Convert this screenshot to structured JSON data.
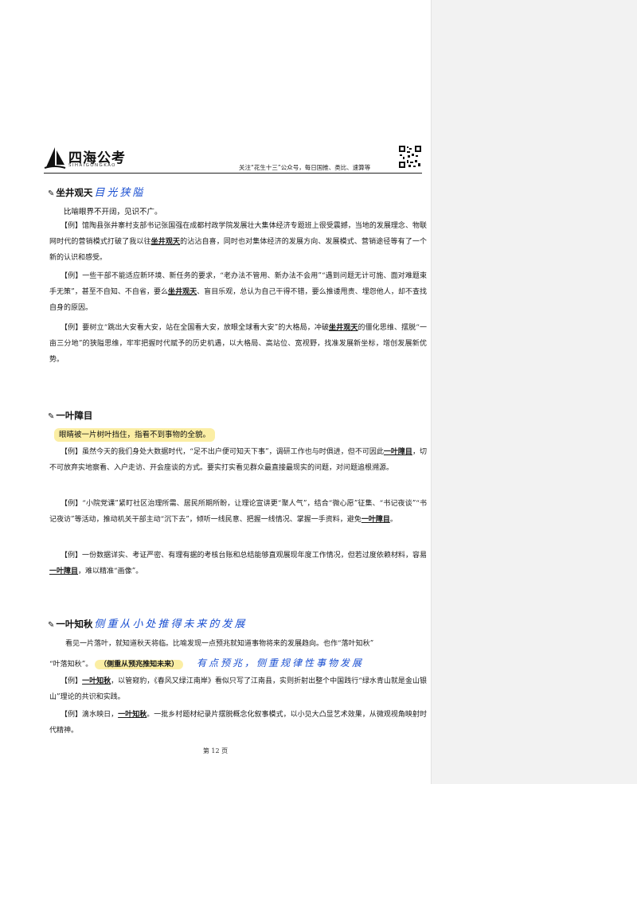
{
  "header": {
    "logo_text": "四海公考",
    "logo_sub": "SIHAIGONGKAO",
    "slogan": "关注“花生十三”公众号，每日国推、类比、速算等"
  },
  "sections": [
    {
      "term": "坐井观天",
      "hand_note": "目光狭隘",
      "definition": "比喻眼界不开阔，见识不广。",
      "examples": [
        {
          "pre": "【例】馆陶县张井寨村支部书记张国强在成都村政学院发展壮大集体经济专题班上很受震撼，当地的发展理念、物联网时代的营销模式打破了我以往",
          "kw": "坐井观天",
          "post": "的沾沾自喜，同时也对集体经济的发展方向、发展模式、营销途径等有了一个新的认识和感受。"
        },
        {
          "pre": "【例】一些干部不能适应新环境、新任务的要求，“老办法不管用、新办法不会用”“遇到问题无计可施、面对难题束手无策”，甚至不自知、不自省，要么",
          "kw": "坐井观天",
          "post": "、盲目乐观，总认为自己干得不错，要么推诿甩责、埋怨他人，却不查找自身的原因。"
        },
        {
          "pre": "【例】要树立“跳出大安看大安，站在全国看大安，放眼全球看大安”的大格局，冲破",
          "kw": "坐井观天",
          "post": "的僵化思维、摆脱“一亩三分地”的狭隘思维，牢牢把握时代赋予的历史机遇，以大格局、高站位、宽视野，找准发展新坐标，增创发展新优势。"
        }
      ]
    },
    {
      "term": "一叶障目",
      "definition": "眼睛被一片树叶挡住，指看不到事物的全貌。",
      "examples": [
        {
          "pre": "【例】虽然今天的我们身处大数据时代，“足不出户便可知天下事”，调研工作也与时俱进，但不可因此",
          "kw": "一叶障目",
          "post": "，切不可放弃实地察看、入户走访、开会座谈的方式。要实打实看见群众最直接最现实的问题，对问题追根溯源。"
        },
        {
          "pre": "【例】“小院党课”紧盯社区治理所需、居民所期所盼，让理论宣讲更“聚人气”，结合“微心愿”征集、“书记夜谈”“书记夜访”等活动，推动机关干部主动“沉下去”，倾听一线民意、把握一线情况、掌握一手资料，避免",
          "kw": "一叶障目",
          "post": "。"
        },
        {
          "pre": "【例】一份数据详实、考证严密、有理有据的考核台账和总结能够直观展现年度工作情况，但若过度依赖材料，容易",
          "kw": "一叶障目",
          "post": "，难以精准“画像”。"
        }
      ]
    },
    {
      "term": "一叶知秋",
      "hand_note": "侧重从小处推得未来的发展",
      "definition_a": "看见一片落叶，就知道秋天将临。比喻发现一点预兆就知道事物将来的发展趋向。也作“落叶知秋”",
      "definition_b": "“叶落知秋”。",
      "pill": "（侧重从预兆推知未来）",
      "hand_note2": "有点预兆，侧重规律性事物发展",
      "examples": [
        {
          "pre": "【例】",
          "kw": "一叶知秋",
          "post": "，以管窥豹，《春风又绿江南岸》看似只写了江南县，实则折射出整个中国践行“绿水青山就是金山银山”理论的共识和实践。"
        },
        {
          "pre": "【例】滴水映日，",
          "kw": "一叶知秋",
          "post": "。一批乡村题材纪录片摆脱概念化叙事模式，以小见大凸显艺术效果，从微观视角映射时代精神。"
        }
      ]
    }
  ],
  "footer": {
    "page": "第 12 页"
  }
}
